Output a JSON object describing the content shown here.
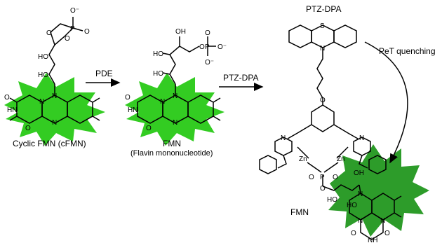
{
  "labels": {
    "cfmn": "Cyclic FMN (cFMN)",
    "fmn": "FMN",
    "fmn_sub": "(Flavin mononucleotide)",
    "pde": "PDE",
    "ptz_dpa_arrow": "PTZ-DPA",
    "ptz_dpa_title": "PTZ-DPA",
    "pet": "PeT quenching",
    "fmn_bottom": "FMN"
  },
  "atoms": {
    "O": "O",
    "O_minus": "O⁻",
    "OH": "OH",
    "HO": "HO",
    "HN": "HN",
    "NH": "NH",
    "N": "N",
    "S": "S",
    "P": "P",
    "Zn": "Zn",
    "H": "H"
  },
  "colors": {
    "flavin_glow": "#33cc22",
    "glow_dark": "#1f7a1f",
    "ink": "#000000"
  }
}
